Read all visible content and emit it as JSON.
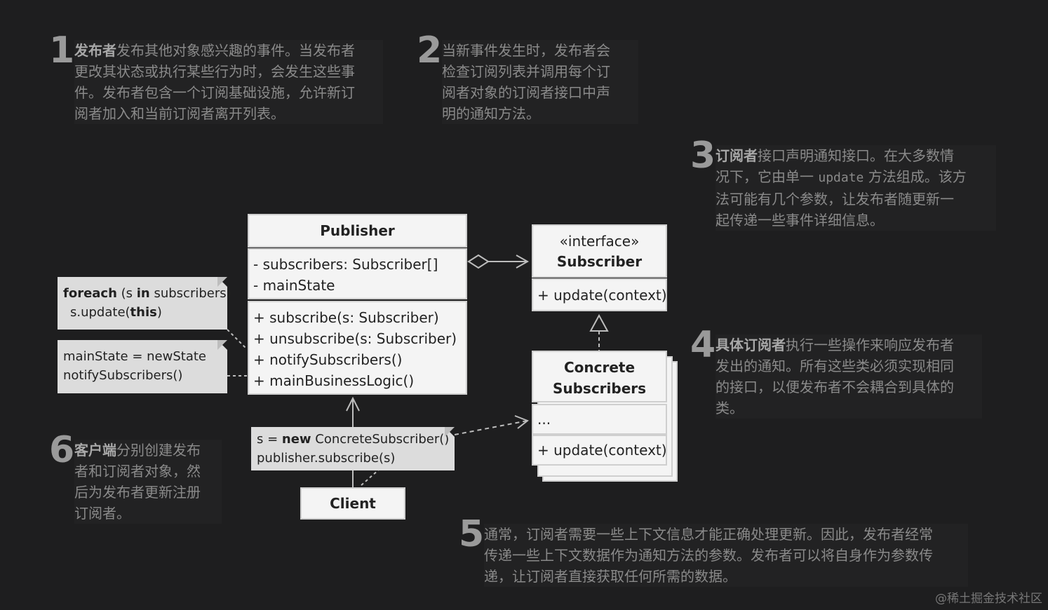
{
  "notes": {
    "n1": {
      "num": "1",
      "strong": "发布者",
      "text": [
        "发布其他对象感兴趣的事件。当发布者",
        "更改其状态或执行某些行为时，会发生这些事",
        "件。发布者包含一个订阅基础设施，允许新订",
        "阅者加入和当前订阅者离开列表。"
      ]
    },
    "n2": {
      "num": "2",
      "text": [
        "当新事件发生时，发布者会",
        "检查订阅列表并调用每个订",
        "阅者对象的订阅者接口中声",
        "明的通知方法。"
      ]
    },
    "n3": {
      "num": "3",
      "strong": "订阅者",
      "line1": "接口声明通知接口。在大多数情",
      "line2a": "况下，它由单一 ",
      "code": "update",
      "line2b": " 方法组成。该方",
      "line3": "法可能有几个参数，让发布者随更新一",
      "line4": "起传递一些事件详细信息。"
    },
    "n4": {
      "num": "4",
      "strong": "具体订阅者",
      "text": [
        "执行一些操作来响应发布者",
        "发出的通知。所有这些类必须实现相同",
        "的接口，以便发布者不会耦合到具体的",
        "类。"
      ]
    },
    "n5": {
      "num": "5",
      "text": [
        "通常，订阅者需要一些上下文信息才能正确处理更新。因此，发布者经常",
        "传递一些上下文数据作为通知方法的参数。发布者可以将自身作为参数传",
        "递，让订阅者直接获取任何所需的数据。"
      ]
    },
    "n6": {
      "num": "6",
      "strong": "客户端",
      "text": [
        "分别创建发布",
        "者和订阅者对象，然",
        "后为发布者更新注册",
        "订阅者。"
      ]
    }
  },
  "publisher": {
    "title": "Publisher",
    "fields": [
      "- subscribers: Subscriber[]",
      "- mainState"
    ],
    "methods": [
      "+ subscribe(s: Subscriber)",
      "+ unsubscribe(s: Subscriber)",
      "+ notifySubscribers()",
      "+ mainBusinessLogic()"
    ]
  },
  "subscriber": {
    "stereotype": "«interface»",
    "title": "Subscriber",
    "methods": [
      "+ update(context)"
    ]
  },
  "concrete": {
    "title1": "Concrete",
    "title2": "Subscribers",
    "fields": "...",
    "methods": "+ update(context)"
  },
  "client": {
    "title": "Client"
  },
  "memos": {
    "foreach": {
      "kw1": "foreach",
      "mid": " (s ",
      "kw2": "in",
      "end": " subscribers)",
      "l2a": "s.update(",
      "kw3": "this",
      "l2b": ")"
    },
    "state": {
      "l1": "mainState = newState",
      "l2": "notifySubscribers()"
    },
    "client": {
      "l1a": "s = ",
      "kw": "new",
      "l1b": " ConcreteSubscriber()",
      "l2": "publisher.subscribe(s)"
    }
  },
  "watermark": "@稀土掘金技术社区"
}
